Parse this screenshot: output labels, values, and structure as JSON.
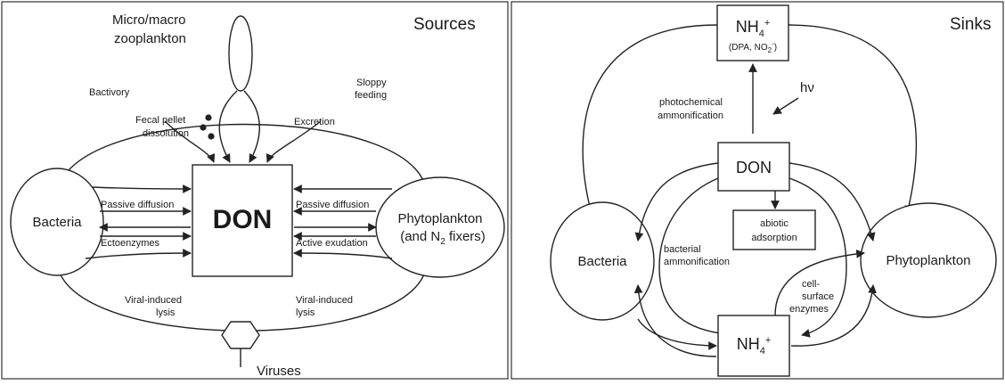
{
  "panels": {
    "sources": {
      "title": "Sources",
      "center": "DON",
      "zooplankton_line1": "Micro/macro",
      "zooplankton_line2": "zooplankton",
      "bacteria": "Bacteria",
      "phytoplankton_line1": "Phytoplankton",
      "phytoplankton_line2_prefix": "(and N",
      "phytoplankton_line2_sub": "2",
      "phytoplankton_line2_suffix": " fixers)",
      "viruses": "Viruses",
      "bactivory": "Bactivory",
      "fecal_line1": "Fecal pellet",
      "fecal_line2": "dissolution",
      "sloppy_line1": "Sloppy",
      "sloppy_line2": "feeding",
      "excretion": "Excretion",
      "passive_diffusion_left": "Passive diffusion",
      "ectoenzymes": "Ectoenzymes",
      "passive_diffusion_right": "Passive diffusion",
      "active_exudation": "Active exudation",
      "viral_lysis_left_line1": "Viral-induced",
      "viral_lysis_left_line2": "lysis",
      "viral_lysis_right_line1": "Viral-induced",
      "viral_lysis_right_line2": "lysis"
    },
    "sinks": {
      "title": "Sinks",
      "don": "DON",
      "nh4_top": "NH",
      "nh4_sub": "4",
      "nh4_sup": "+",
      "dpa_prefix": "(DPA, NO",
      "dpa_sub": "2",
      "dpa_sup": "-",
      "dpa_suffix": ")",
      "hv": "hν",
      "photochem_line1": "photochemical",
      "photochem_line2": "ammonification",
      "abiotic_line1": "abiotic",
      "abiotic_line2": "adsorption",
      "bacteria": "Bacteria",
      "phytoplankton": "Phytoplankton",
      "bacterial_line1": "bacterial",
      "bacterial_line2": "ammonification",
      "cell_line1": "cell-",
      "cell_line2": "surface",
      "cell_line3": "enzymes",
      "nh4_bottom": "NH",
      "nh4_bottom_sub": "4",
      "nh4_bottom_sup": "+"
    }
  }
}
